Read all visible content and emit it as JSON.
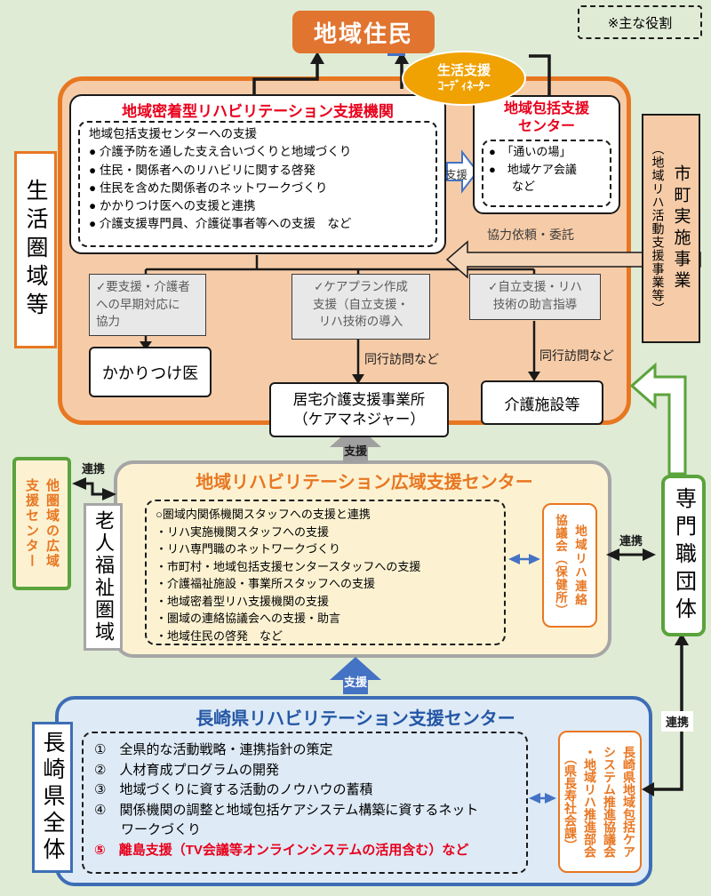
{
  "legend_label": "※主な役割",
  "common": {
    "renkei": "連携",
    "shien": "支援",
    "doukou": "同行訪問など",
    "kyouryoku": "協力依頼・委託"
  },
  "top": {
    "residents": "地域住民",
    "coordinator_l1": "生活支援",
    "coordinator_l2": "ｺｰﾃﾞｨﾈｰﾀｰ"
  },
  "region": {
    "side_label": "生活圏域等",
    "city_main": "市町実施事業",
    "city_sub": "（地域リハ活動支援事業等）",
    "dense_title": "地域密着型リハビリテーション支援機関",
    "dense_lines": "地域包括支援センターへの支援\n● 介護予防を通した支え合いづくりと地域づくり\n● 住民・関係者へのリハビリに関する啓発\n● 住民を含めた関係者のネットワークづくり\n● かかりつけ医への支援と連携\n● 介護支援専門員、介護従事者等への支援　など",
    "houkatsu_title": "地域包括支援\nセンター",
    "houkatsu_items": "●　「通いの場」\n●　地域ケア会議\n　　など",
    "check1": "✓要支援・介護者\nへの早期対応に\n協力",
    "check2": "✓ケアプラン作成\n支援（自立支援・\nリハ技術の導入",
    "check3": "✓自立支援・リハ\n技術の助言指導",
    "doctor": "かかりつけ医",
    "homecare": "居宅介護支援事業所\n（ケアマネジャー）",
    "facility": "介護施設等"
  },
  "mid": {
    "side_label": "老人福祉圏域",
    "other_c1": "他圏域の広域",
    "other_c2": "支援センター",
    "title": "地域リハビリテーション広域支援センター",
    "lines": "○圏域内関係機関スタッフへの支援と連携\n・リハ実施機関スタッフへの支援\n・リハ専門職のネットワークづくり\n・市町村・地域包括支援センタースタッフへの支援\n・介護福祉施設・事業所スタッフへの支援\n・地域密着型リハ支援機関の支援\n・圏域の連絡協議会への支援・助言\n・地域住民の啓発　など",
    "council_c1": "地域リハ連絡",
    "council_c2": "協議会（保健所）",
    "professional": "専門職団体"
  },
  "bottom": {
    "side_label": "長崎県全体",
    "title": "長崎県リハビリテーション支援センター",
    "items": "①　全県的な活動戦略・連携指針の策定\n②　人材育成プログラムの開発\n③　地域づくりに資する活動のノウハウの蓄積\n④　関係機関の調整と地域包括ケアシステム構築に資するネット\n　　ワークづくり",
    "item_red": "⑤　離島支援（TV会議等オンラインシステムの活用含む）など",
    "council_c1": "長崎県地域包括ケア",
    "council_c2": "システム推進協議会",
    "council_c3": "・地域リハ推進部会",
    "council_c4": "（県長寿社会課）"
  },
  "colors": {
    "accent_orange": "#E87722",
    "accent_green": "#5BA33C",
    "accent_blue": "#3D6EB5",
    "title_red": "#E8001C",
    "bg_green": "#DFEBD5"
  }
}
